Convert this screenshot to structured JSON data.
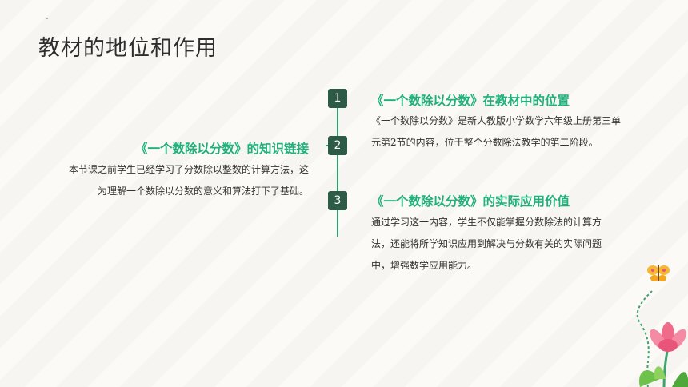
{
  "title": "教材的地位和作用",
  "items": [
    {
      "number": "1",
      "heading": "《一个数除以分数》在教材中的位置",
      "body": "《一个数除以分数》是新人教版小学数学六年级上册第三单元第2节的内容，位于整个分数除法教学的第二阶段。"
    },
    {
      "number": "2",
      "heading": "《一个数除以分数》的知识链接",
      "body": "本节课之前学生已经学习了分数除以整数的计算方法，这为理解一个数除以分数的意义和算法打下了基础。"
    },
    {
      "number": "3",
      "heading": "《一个数除以分数》的实际应用价值",
      "body": "通过学习这一内容，学生不仅能掌握分数除法的计算方法，还能将所学知识应用到解决与分数有关的实际问题中，增强数学应用能力。"
    }
  ],
  "colors": {
    "accent": "#20b07a",
    "badge": "#2e5b45",
    "line": "#2e9e6b"
  },
  "decoration": "flower-butterfly-illustration"
}
